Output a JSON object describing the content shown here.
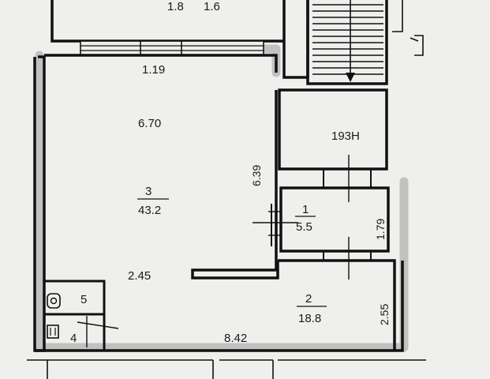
{
  "rooms": {
    "room_3": {
      "number": "3",
      "area": "43.2"
    },
    "room_1": {
      "number": "1",
      "area": "5.5"
    },
    "room_2": {
      "number": "2",
      "area": "18.8"
    },
    "room_5": {
      "number": "5"
    },
    "room_4": {
      "number": "4"
    },
    "stair_landing": {
      "label": "193H"
    }
  },
  "dimensions": {
    "top_left": "1.8",
    "top_right": "1.6",
    "window_width": "1.19",
    "room3_width": "6.70",
    "room3_height": "6.39",
    "room3_partition": "2.45",
    "room1_height": "1.79",
    "room2_height": "2.55",
    "bottom_width": "8.42"
  }
}
